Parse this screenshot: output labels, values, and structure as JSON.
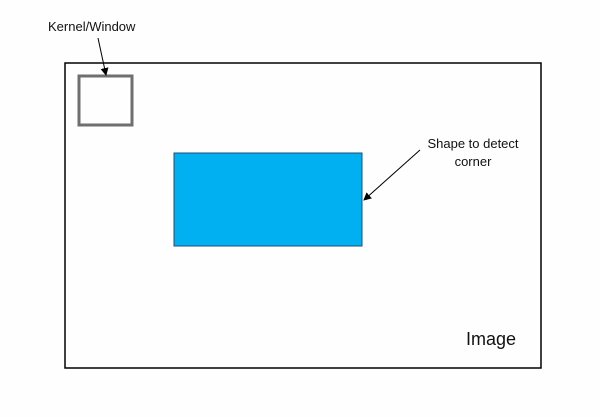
{
  "labels": {
    "kernel": "Kernel/Window",
    "shape": "Shape to detect corner",
    "image": "Image"
  },
  "colors": {
    "image_border": "#000000",
    "kernel_border": "#6f6f6f",
    "shape_fill": "#00b0f0",
    "shape_border": "#1f4e79",
    "arrow": "#000000"
  }
}
